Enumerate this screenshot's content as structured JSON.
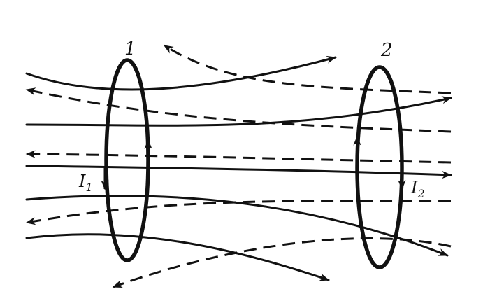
{
  "diagram": {
    "loop1": {
      "number_label": "1",
      "current_label": "I",
      "current_subscript": "1"
    },
    "loop2": {
      "number_label": "2",
      "current_label": "I",
      "current_subscript": "2"
    },
    "colors": {
      "ink": "#111111",
      "background": "#ffffff"
    }
  }
}
